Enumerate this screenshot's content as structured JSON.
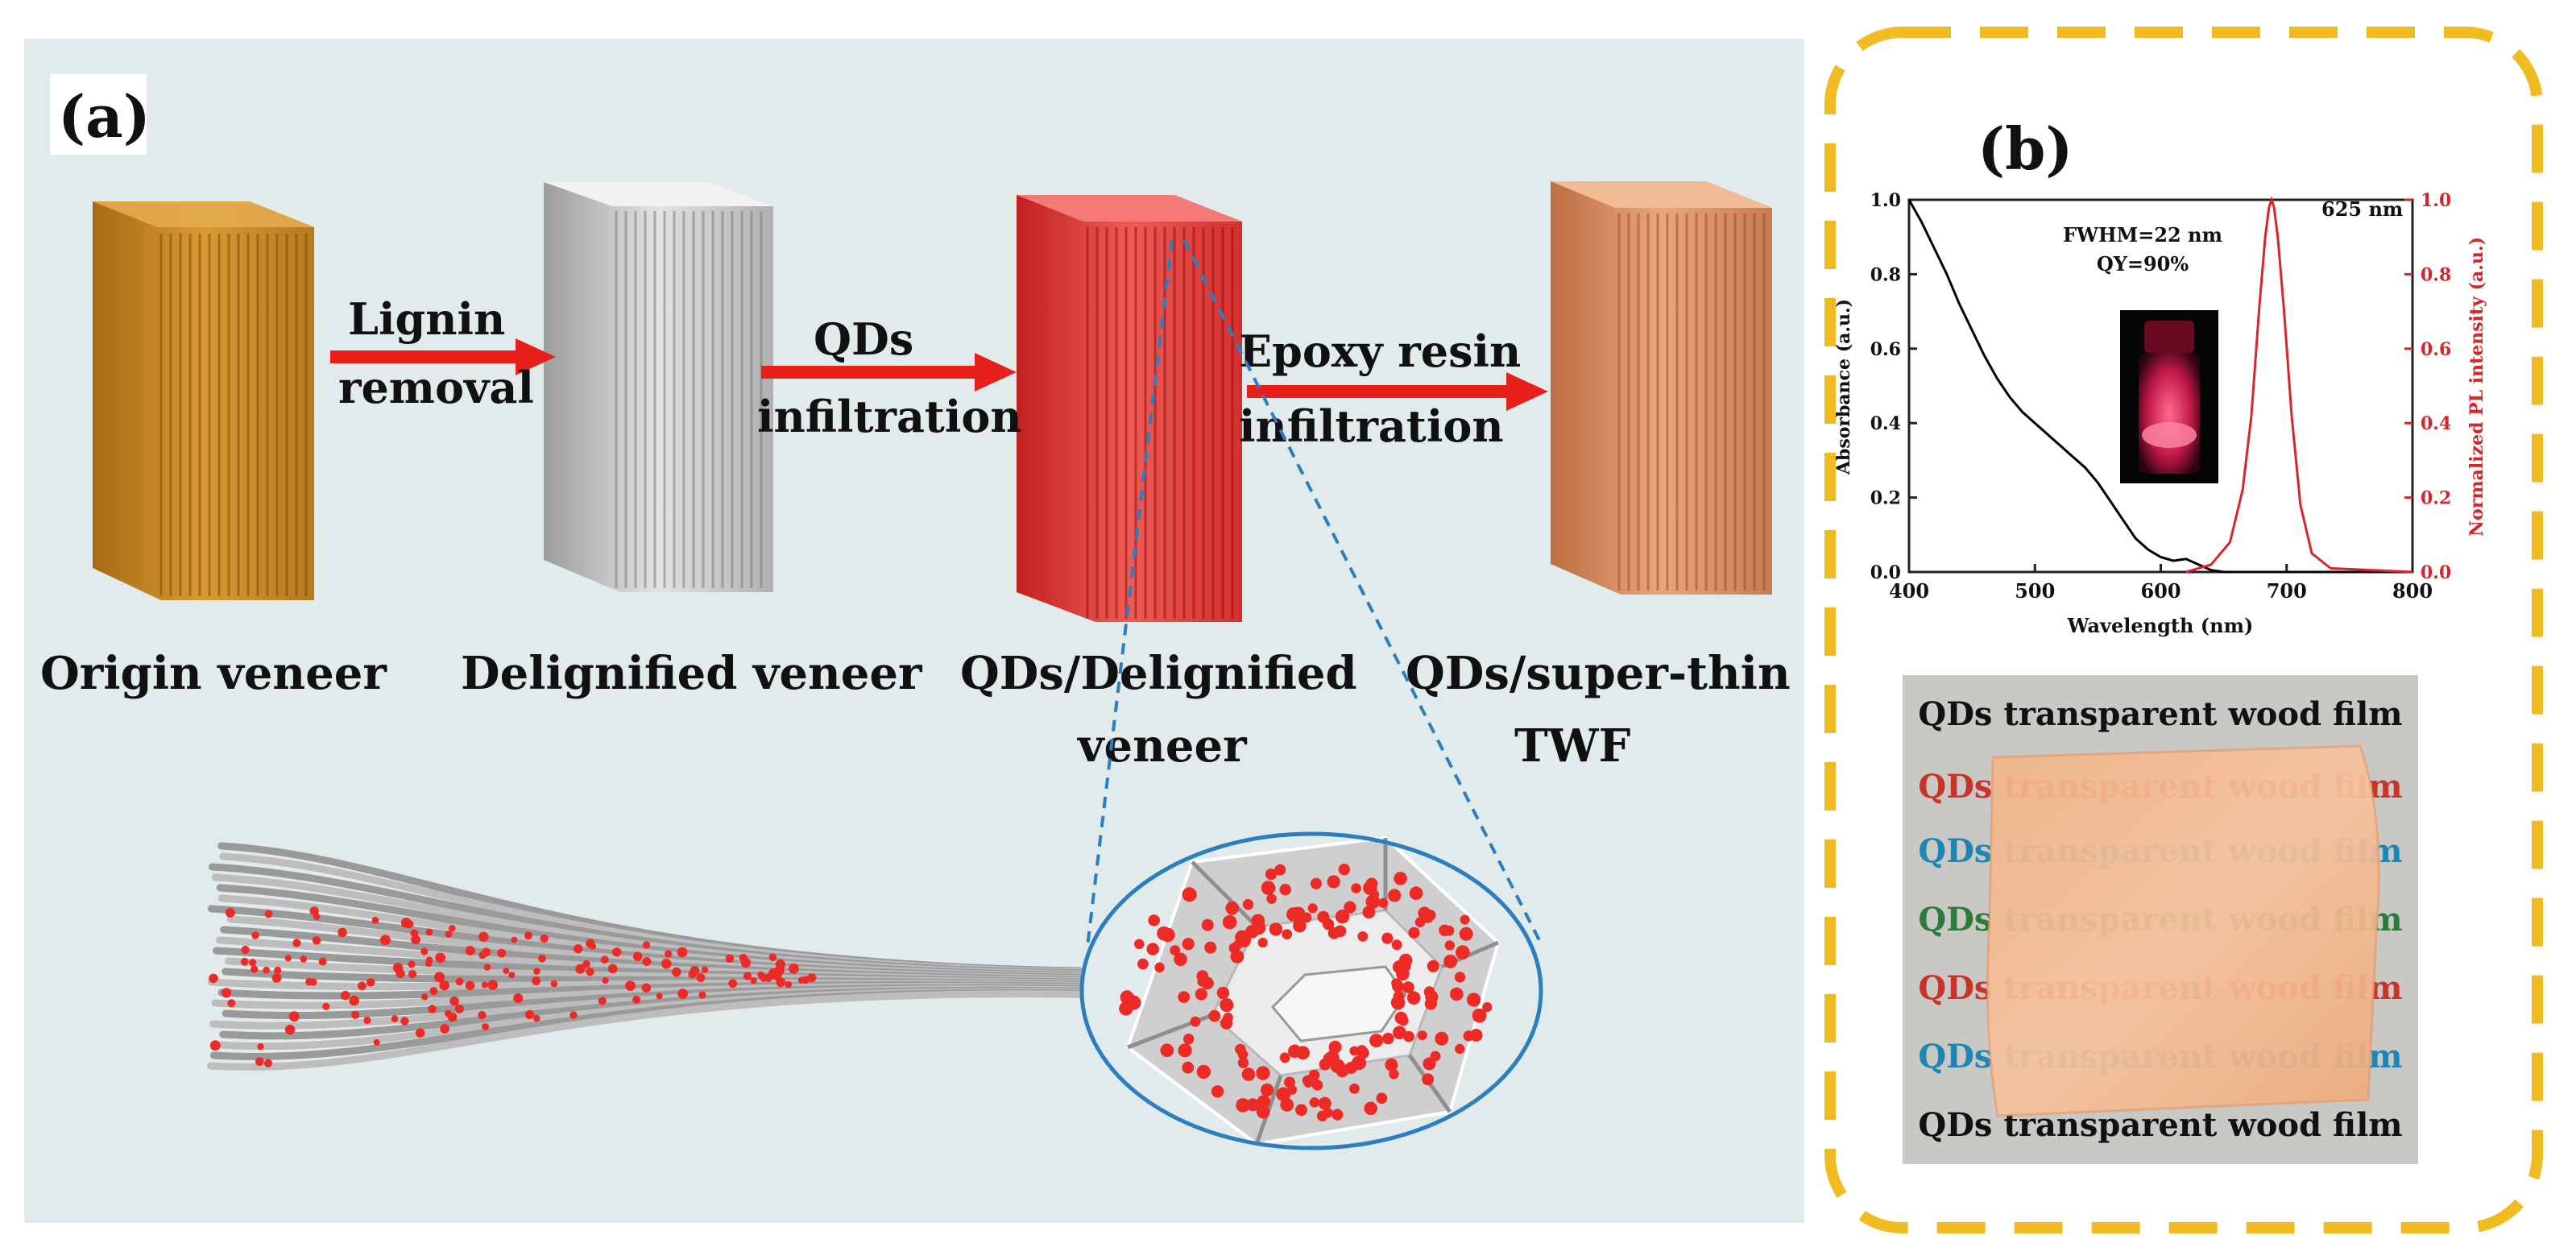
{
  "panel_a": {
    "label": "(a)",
    "stages": [
      {
        "label_lines": [
          "Origin veneer"
        ]
      },
      {
        "label_lines": [
          "Delignified veneer"
        ]
      },
      {
        "label_lines": [
          "QDs/Delignified",
          "veneer"
        ]
      },
      {
        "label_lines": [
          "QDs/super-thin",
          "TWF"
        ]
      }
    ],
    "arrows": [
      {
        "label_lines": [
          "Lignin",
          "removal"
        ]
      },
      {
        "label_lines": [
          "QDs",
          "infiltration"
        ]
      },
      {
        "label_lines": [
          "Epoxy resin",
          "infiltration"
        ]
      }
    ],
    "colors": {
      "background": "#e2ebeb",
      "origin_block": "#c98a26",
      "delignified_block": "#c4c4c4",
      "qd_block": "#e43c38",
      "twf_block": "#d98f66",
      "arrow": "#e8201c",
      "qd_dots": "#ee2a26",
      "zoom_ellipse": "#2b7ec0"
    }
  },
  "panel_b": {
    "label": "(b)",
    "border_color": "#f0bc22",
    "chart_data": {
      "type": "line",
      "xlabel": "Wavelength (nm)",
      "ylabel_left": "Absorbance (a.u.)",
      "ylabel_right": "Normalized PL intensity (a.u.)",
      "xlim": [
        400,
        800
      ],
      "ylim": [
        0,
        1.0
      ],
      "x_ticks": [
        400,
        500,
        600,
        700,
        800
      ],
      "y_ticks": [
        "0.0",
        "0.2",
        "0.4",
        "0.6",
        "0.8",
        "1.0"
      ],
      "annotations": [
        "FWHM=22 nm",
        "QY=90%",
        "625 nm"
      ],
      "series": [
        {
          "axis": "left",
          "color": "#000000",
          "x": [
            400,
            410,
            420,
            430,
            440,
            450,
            460,
            470,
            480,
            490,
            500,
            510,
            520,
            530,
            540,
            550,
            560,
            570,
            580,
            590,
            600,
            610,
            620,
            630,
            640,
            650,
            800
          ],
          "y": [
            1.0,
            0.94,
            0.87,
            0.8,
            0.72,
            0.65,
            0.58,
            0.52,
            0.47,
            0.43,
            0.4,
            0.37,
            0.34,
            0.31,
            0.28,
            0.24,
            0.19,
            0.14,
            0.09,
            0.06,
            0.04,
            0.03,
            0.035,
            0.02,
            0.005,
            0.0,
            0.0
          ]
        },
        {
          "axis": "right",
          "color": "#d4262b",
          "x": [
            620,
            640,
            655,
            665,
            672,
            678,
            683,
            686,
            688,
            690,
            693,
            698,
            704,
            711,
            720,
            735,
            800
          ],
          "y": [
            0.0,
            0.02,
            0.08,
            0.22,
            0.42,
            0.7,
            0.9,
            0.98,
            1.0,
            0.98,
            0.9,
            0.7,
            0.42,
            0.18,
            0.05,
            0.01,
            0.0
          ]
        }
      ]
    },
    "photo": {
      "background_text_lines": [
        {
          "text": "QDs transparent wood film",
          "color": "#111111"
        },
        {
          "text": "QDs transparent wood film",
          "color": "#c8342a"
        },
        {
          "text": "QDs transparent wood film",
          "color": "#1f86b4"
        },
        {
          "text": "QDs transparent wood film",
          "color": "#2e7a3c"
        },
        {
          "text": "QDs transparent wood film",
          "color": "#c8342a"
        },
        {
          "text": "QDs transparent wood film",
          "color": "#1f86b4"
        },
        {
          "text": "QDs transparent wood film",
          "color": "#111111"
        }
      ]
    }
  }
}
